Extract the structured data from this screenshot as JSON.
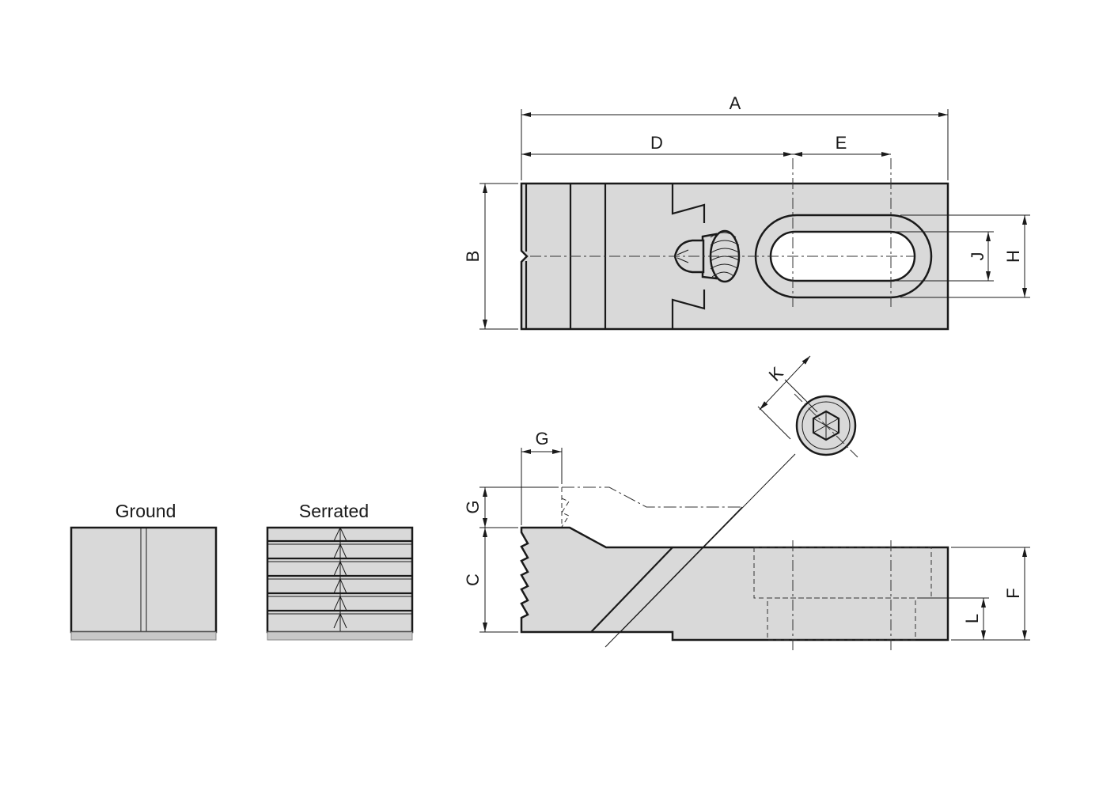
{
  "views": {
    "ground_label": "Ground",
    "serrated_label": "Serrated"
  },
  "dimensions": {
    "a": "A",
    "b": "B",
    "c": "C",
    "d": "D",
    "e": "E",
    "f": "F",
    "g": "G",
    "h": "H",
    "j": "J",
    "k": "K",
    "l": "L"
  },
  "colors": {
    "fill": "#d9d9d9",
    "line": "#1a1a1a"
  }
}
